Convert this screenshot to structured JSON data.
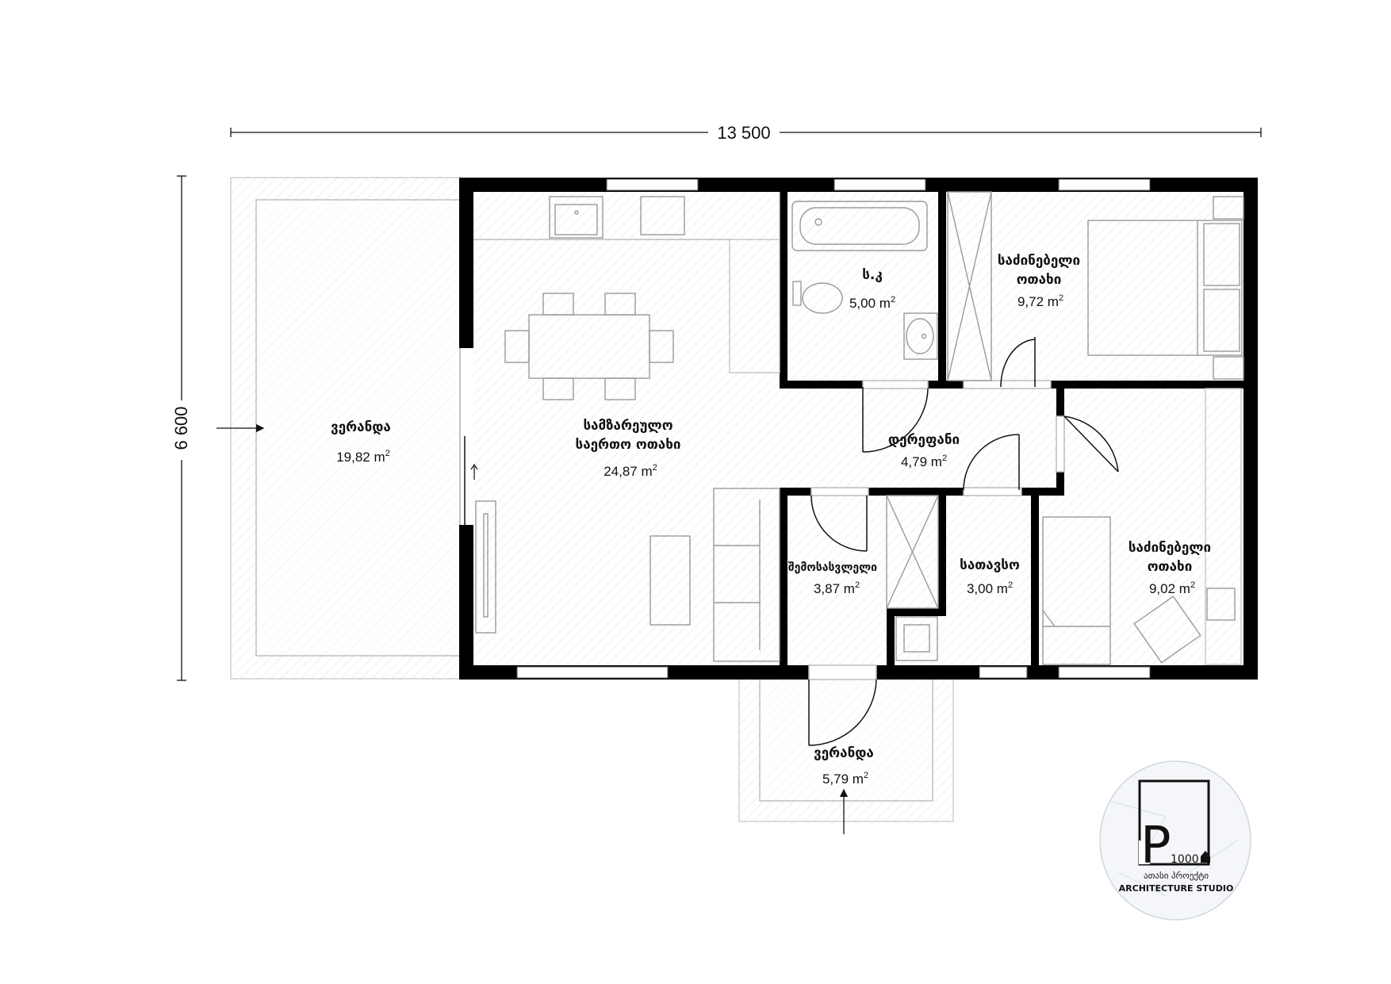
{
  "dimensions": {
    "width_label": "13 500",
    "height_label": "6 600"
  },
  "rooms": {
    "veranda_left": {
      "name": "ვერანდა",
      "area": "19,82",
      "unit": "m",
      "sup": "2"
    },
    "kitchen": {
      "name_line1": "სამზარეულო",
      "name_line2": "საერთო ოთახი",
      "area": "24,87",
      "unit": "m",
      "sup": "2"
    },
    "bathroom": {
      "name": "ს.კ",
      "area": "5,00",
      "unit": "m",
      "sup": "2"
    },
    "bedroom_top": {
      "name_line1": "საძინებელი",
      "name_line2": "ოთახი",
      "area": "9,72",
      "unit": "m",
      "sup": "2"
    },
    "hallway": {
      "name": "დერეფანი",
      "area": "4,79",
      "unit": "m",
      "sup": "2"
    },
    "entrance_hall": {
      "name": "შემოსასვლელი",
      "area": "3,87",
      "unit": "m",
      "sup": "2"
    },
    "storage": {
      "name": "სათავსო",
      "area": "3,00",
      "unit": "m",
      "sup": "2"
    },
    "bedroom_bottom": {
      "name_line1": "საძინებელი",
      "name_line2": "ოთახი",
      "area": "9,02",
      "unit": "m",
      "sup": "2"
    },
    "veranda_front": {
      "name": "ვერანდა",
      "area": "5,79",
      "unit": "m",
      "sup": "2"
    }
  },
  "logo": {
    "letter": "P",
    "number": "1000",
    "tagline": "ათასი პროექტი",
    "studio": "ARCHITECTURE STUDIO"
  },
  "colors": {
    "wall": "#000000",
    "hatch": "#e3e3e3",
    "furniture": "#9a9a9a",
    "background": "#ffffff"
  }
}
